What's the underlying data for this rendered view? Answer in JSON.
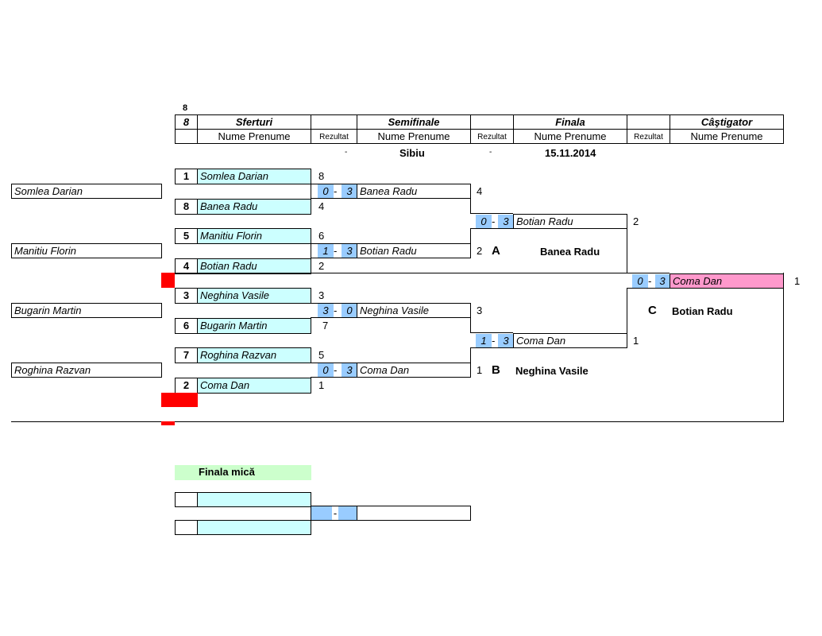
{
  "top_count": "8",
  "header": {
    "num": "8",
    "sferturi": "Sferturi",
    "semifinale": "Semifinale",
    "finala": "Finala",
    "castigator": "Câştigator",
    "nume_prenume": "Nume Prenume",
    "rezultat": "Rezultat"
  },
  "event": {
    "dash1": "-",
    "location": "Sibiu",
    "dash2": "-",
    "date": "15.11.2014"
  },
  "quarterfinals": [
    {
      "seed": "1",
      "name": "Somlea Darian",
      "score": "8"
    },
    {
      "seed": "8",
      "name": "Banea Radu",
      "score": "4"
    },
    {
      "seed": "5",
      "name": "Manitiu Florin",
      "score": "6"
    },
    {
      "seed": "4",
      "name": "Botian Radu",
      "score": "2"
    },
    {
      "seed": "3",
      "name": "Neghina Vasile",
      "score": "3"
    },
    {
      "seed": "6",
      "name": "Bugarin Martin",
      "score": "7"
    },
    {
      "seed": "7",
      "name": "Roghina Razvan",
      "score": "5"
    },
    {
      "seed": "2",
      "name": "Coma Dan",
      "score": "1"
    }
  ],
  "left_names": [
    "Somlea Darian",
    "Manitiu Florin",
    "Bugarin Martin",
    "Roghina Razvan"
  ],
  "semifinals": [
    {
      "r1": "0",
      "sep": "-",
      "r2": "3",
      "name": "Banea Radu",
      "score": "4"
    },
    {
      "r1": "1",
      "sep": "-",
      "r2": "3",
      "name": "Botian Radu",
      "score": "2"
    },
    {
      "r1": "3",
      "sep": "-",
      "r2": "0",
      "name": "Neghina Vasile",
      "score": "3"
    },
    {
      "r1": "0",
      "sep": "-",
      "r2": "3",
      "name": "Coma Dan",
      "score": "1"
    }
  ],
  "finals": [
    {
      "r1": "0",
      "sep": "-",
      "r2": "3",
      "name": "Botian Radu",
      "score": "2"
    },
    {
      "r1": "1",
      "sep": "-",
      "r2": "3",
      "name": "Coma Dan",
      "score": "1"
    }
  ],
  "winner": {
    "r1": "0",
    "sep": "-",
    "r2": "3",
    "name": "Coma Dan",
    "score": "1"
  },
  "letters": {
    "a": "A",
    "a_name": "Banea Radu",
    "b": "B",
    "b_name": "Neghina Vasile",
    "c": "C",
    "c_name": "Botian Radu"
  },
  "small_final": {
    "title": "Finala mică",
    "sep": "-"
  },
  "colors": {
    "cyan": "#ccffff",
    "light_blue": "#99ccff",
    "pink": "#ff99cc",
    "green": "#ccffcc",
    "red": "#ff0000"
  }
}
